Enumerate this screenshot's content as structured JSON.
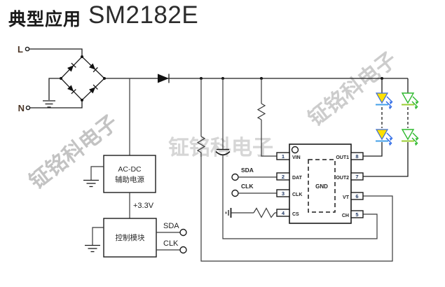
{
  "title": {
    "cn": "典型应用",
    "part": "SM2182E"
  },
  "watermark": {
    "text": "钲铭科电子"
  },
  "terminals": {
    "live": "L",
    "neutral": "N"
  },
  "aux_supply": {
    "line1": "AC-DC",
    "line2": "辅助电源"
  },
  "rail_label": "+3.3V",
  "controller": {
    "label": "控制模块",
    "sda": "SDA",
    "clk": "CLK"
  },
  "bus": {
    "sda": "SDA",
    "clk": "CLK"
  },
  "ic": {
    "gnd": "GND",
    "left_pins": [
      {
        "num": "1",
        "name": "VIN"
      },
      {
        "num": "2",
        "name": "DAT"
      },
      {
        "num": "3",
        "name": "CLK"
      },
      {
        "num": "4",
        "name": "CS"
      }
    ],
    "right_pins": [
      {
        "num": "8",
        "name": "OUT1"
      },
      {
        "num": "7",
        "name": "OUT2"
      },
      {
        "num": "6",
        "name": "VT"
      },
      {
        "num": "5",
        "name": "CH"
      }
    ]
  },
  "colors": {
    "wire": "#3a3a3a",
    "pin_number": "#1f3864",
    "led_yellow_fill": "#ffe000",
    "led_yellow_stroke": "#3a6bd6",
    "led_blue_arrow": "#2e6be6",
    "led_green": "#2db82d",
    "led_green_bar": "#9acd32",
    "watermark_gray": "#c0c0c0"
  }
}
